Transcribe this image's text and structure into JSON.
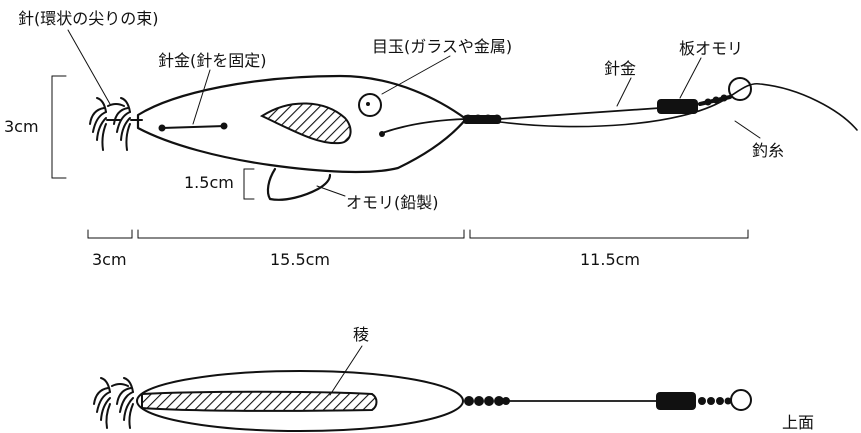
{
  "labels": {
    "hook_cluster": "針(環状の尖りの束)",
    "wire_fix": "針金(針を固定)",
    "eye": "目玉(ガラスや金属)",
    "wire": "針金",
    "plate_weight": "板オモリ",
    "fishing_line": "釣糸",
    "lead_weight": "オモリ(鉛製)",
    "ridge": "稜",
    "top_view": "上面"
  },
  "dimensions": {
    "body_height": "3cm",
    "weight_height": "1.5cm",
    "hook_length": "3cm",
    "body_length": "15.5cm",
    "wire_length": "11.5cm"
  },
  "colors": {
    "ink": "#111111",
    "background": "#ffffff"
  }
}
